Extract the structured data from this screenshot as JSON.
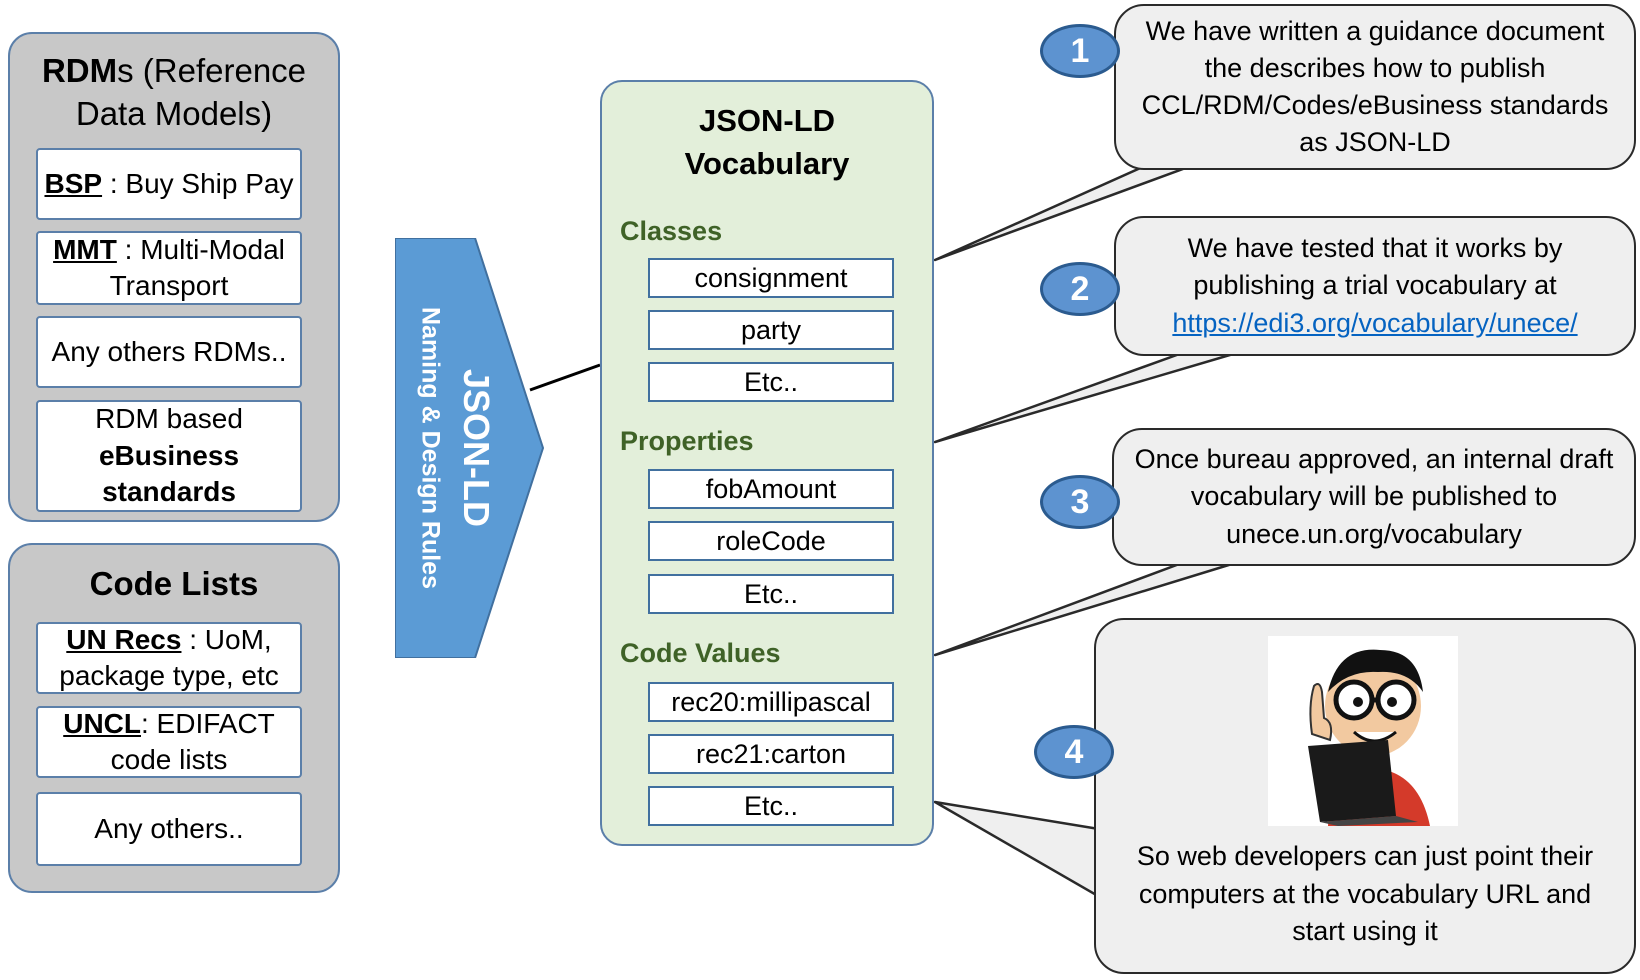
{
  "rdm_panel": {
    "title_bold": "RDM",
    "title_rest": "s (Reference Data Models)",
    "items": [
      {
        "bold": "BSP",
        "rest": " : Buy Ship Pay"
      },
      {
        "bold": "MMT",
        "rest": " : Multi-Modal Transport"
      },
      {
        "plain": "Any others RDMs.."
      },
      {
        "line1": "RDM based",
        "bold": "eBusiness standards"
      }
    ]
  },
  "code_lists_panel": {
    "title": "Code Lists",
    "items": [
      {
        "bold": "UN Recs",
        "rest": " : UoM, package type, etc"
      },
      {
        "bold": "UNCL",
        "rest": ": EDIFACT code lists"
      },
      {
        "plain": "Any others.."
      }
    ]
  },
  "arrow": {
    "title": "JSON-LD",
    "subtitle": "Naming & Design Rules"
  },
  "vocabulary": {
    "title_line1": "JSON-LD",
    "title_line2": "Vocabulary",
    "sections": [
      {
        "label": "Classes",
        "items": [
          "consignment",
          "party",
          "Etc.."
        ]
      },
      {
        "label": "Properties",
        "items": [
          "fobAmount",
          "roleCode",
          "Etc.."
        ]
      },
      {
        "label": "Code Values",
        "items": [
          "rec20:millipascal",
          "rec21:carton",
          "Etc.."
        ]
      }
    ]
  },
  "callouts": [
    {
      "number": "1",
      "text": "We have written a guidance document the describes how to publish CCL/RDM/Codes/eBusiness standards as JSON-LD"
    },
    {
      "number": "2",
      "text": "We have tested that it works by publishing a trial vocabulary at",
      "link": "https://edi3.org/vocabulary/unece/"
    },
    {
      "number": "3",
      "text": "Once bureau approved, an internal draft vocabulary will be published to unece.un.org/vocabulary"
    },
    {
      "number": "4",
      "text": "So web developers can just point their computers at the vocabulary URL and start using it"
    }
  ],
  "colors": {
    "panel_grey": "#c8c8c8",
    "border_blue": "#5b7fa9",
    "vocab_green": "#e3efda",
    "section_green": "#3f6227",
    "arrow_blue": "#5b9bd5",
    "badge_blue": "#5d93d0",
    "callout_grey": "#efefef",
    "link_blue": "#0563c1"
  }
}
